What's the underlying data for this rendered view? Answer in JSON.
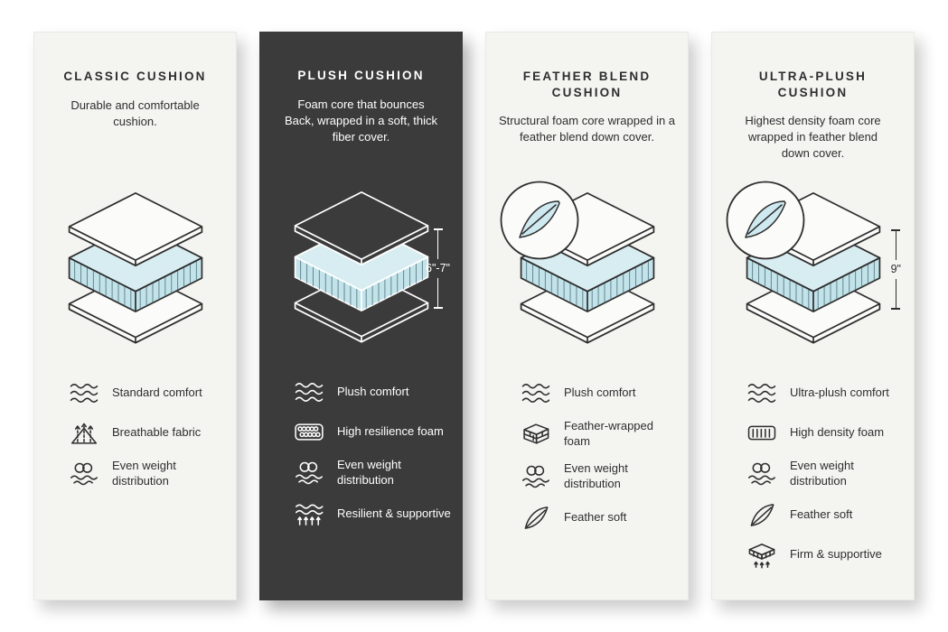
{
  "page": {
    "background": "#ffffff"
  },
  "colors": {
    "card_light_bg": "#f4f4f1",
    "card_dark_bg": "#3b3b3b",
    "text_dark": "#2e2e2e",
    "text_light": "#ffffff",
    "foam_blue_top": "#d8edf2",
    "foam_blue_side": "#c3e3ea"
  },
  "cards": [
    {
      "id": "classic-cushion",
      "theme": "light",
      "title": "CLASSIC CUSHION",
      "description": "Durable and comfortable cushion.",
      "illustration": {
        "type": "layered-cushion",
        "feather_badge": false,
        "height_label": ""
      },
      "features": [
        {
          "icon": "waves-icon",
          "label": "Standard comfort"
        },
        {
          "icon": "breathable-icon",
          "label": "Breathable fabric"
        },
        {
          "icon": "weight-distribution-icon",
          "label": "Even weight distribution"
        }
      ]
    },
    {
      "id": "plush-cushion",
      "theme": "dark",
      "title": "PLUSH CUSHION",
      "description": "Foam core that bounces Back, wrapped in a soft, thick fiber cover.",
      "illustration": {
        "type": "layered-cushion",
        "feather_badge": false,
        "height_label": "6\"-7\""
      },
      "features": [
        {
          "icon": "waves-icon",
          "label": "Plush comfort"
        },
        {
          "icon": "foam-bubbles-icon",
          "label": "High resilience foam"
        },
        {
          "icon": "weight-distribution-icon",
          "label": "Even weight distribution"
        },
        {
          "icon": "resilient-arrows-icon",
          "label": "Resilient & supportive"
        }
      ]
    },
    {
      "id": "feather-blend-cushion",
      "theme": "light",
      "title": "FEATHER BLEND CUSHION",
      "description": "Structural foam core wrapped in a feather blend down cover.",
      "illustration": {
        "type": "layered-cushion",
        "feather_badge": true,
        "height_label": ""
      },
      "features": [
        {
          "icon": "waves-icon",
          "label": "Plush comfort"
        },
        {
          "icon": "foam-block-icon",
          "label": "Feather-wrapped foam"
        },
        {
          "icon": "weight-distribution-icon",
          "label": "Even weight distribution"
        },
        {
          "icon": "feather-icon",
          "label": "Feather soft"
        }
      ]
    },
    {
      "id": "ultra-plush-cushion",
      "theme": "light",
      "title": "ULTRA-PLUSH CUSHION",
      "description": "Highest density foam core wrapped in feather blend down cover.",
      "illustration": {
        "type": "layered-cushion",
        "feather_badge": true,
        "height_label": "9\""
      },
      "features": [
        {
          "icon": "waves-icon",
          "label": "Ultra-plush comfort"
        },
        {
          "icon": "density-foam-icon",
          "label": "High density foam"
        },
        {
          "icon": "weight-distribution-icon",
          "label": "Even weight distribution"
        },
        {
          "icon": "feather-icon",
          "label": "Feather soft"
        },
        {
          "icon": "firm-support-icon",
          "label": "Firm & supportive"
        }
      ]
    }
  ]
}
